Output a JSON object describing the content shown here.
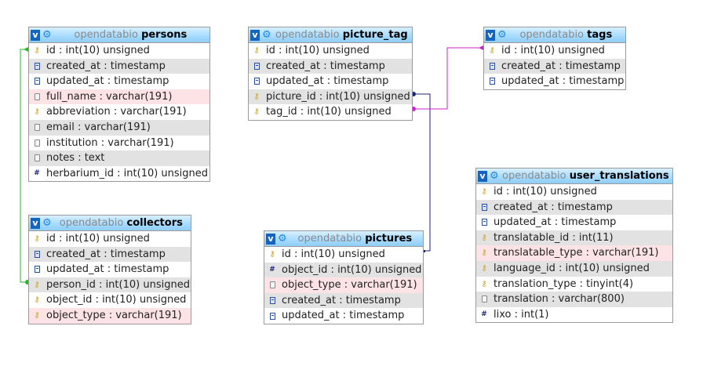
{
  "database": "opendatabio",
  "tables": {
    "persons": {
      "name": "persons",
      "columns": [
        {
          "text": "id : int(10) unsigned",
          "icon": "key-icon"
        },
        {
          "text": "created_at : timestamp",
          "icon": "timestamp-icon"
        },
        {
          "text": "updated_at : timestamp",
          "icon": "timestamp-icon"
        },
        {
          "text": "full_name : varchar(191)",
          "icon": "text-icon"
        },
        {
          "text": "abbreviation : varchar(191)",
          "icon": "key-icon"
        },
        {
          "text": "email : varchar(191)",
          "icon": "text-icon"
        },
        {
          "text": "institution : varchar(191)",
          "icon": "text-icon"
        },
        {
          "text": "notes : text",
          "icon": "text-icon"
        },
        {
          "text": "herbarium_id : int(10) unsigned",
          "icon": "number-icon"
        }
      ]
    },
    "collectors": {
      "name": "collectors",
      "columns": [
        {
          "text": "id : int(10) unsigned",
          "icon": "key-icon"
        },
        {
          "text": "created_at : timestamp",
          "icon": "timestamp-icon"
        },
        {
          "text": "updated_at : timestamp",
          "icon": "timestamp-icon"
        },
        {
          "text": "person_id : int(10) unsigned",
          "icon": "key-icon"
        },
        {
          "text": "object_id : int(10) unsigned",
          "icon": "key-icon"
        },
        {
          "text": "object_type : varchar(191)",
          "icon": "key-icon"
        }
      ]
    },
    "picture_tag": {
      "name": "picture_tag",
      "columns": [
        {
          "text": "id : int(10) unsigned",
          "icon": "key-icon"
        },
        {
          "text": "created_at : timestamp",
          "icon": "timestamp-icon"
        },
        {
          "text": "updated_at : timestamp",
          "icon": "timestamp-icon"
        },
        {
          "text": "picture_id : int(10) unsigned",
          "icon": "key-icon"
        },
        {
          "text": "tag_id : int(10) unsigned",
          "icon": "key-icon"
        }
      ]
    },
    "pictures": {
      "name": "pictures",
      "columns": [
        {
          "text": "id : int(10) unsigned",
          "icon": "key-icon"
        },
        {
          "text": "object_id : int(10) unsigned",
          "icon": "number-icon"
        },
        {
          "text": "object_type : varchar(191)",
          "icon": "text-icon"
        },
        {
          "text": "created_at : timestamp",
          "icon": "timestamp-icon"
        },
        {
          "text": "updated_at : timestamp",
          "icon": "timestamp-icon"
        }
      ]
    },
    "tags": {
      "name": "tags",
      "columns": [
        {
          "text": "id : int(10) unsigned",
          "icon": "key-icon"
        },
        {
          "text": "created_at : timestamp",
          "icon": "timestamp-icon"
        },
        {
          "text": "updated_at : timestamp",
          "icon": "timestamp-icon"
        }
      ]
    },
    "user_translations": {
      "name": "user_translations",
      "columns": [
        {
          "text": "id : int(10) unsigned",
          "icon": "key-icon"
        },
        {
          "text": "created_at : timestamp",
          "icon": "timestamp-icon"
        },
        {
          "text": "updated_at : timestamp",
          "icon": "timestamp-icon"
        },
        {
          "text": "translatable_id : int(11)",
          "icon": "key-icon"
        },
        {
          "text": "translatable_type : varchar(191)",
          "icon": "key-icon"
        },
        {
          "text": "language_id : int(10) unsigned",
          "icon": "key-icon"
        },
        {
          "text": "translation_type : tinyint(4)",
          "icon": "key-icon"
        },
        {
          "text": "translation : varchar(800)",
          "icon": "text-icon"
        },
        {
          "text": "lixo : int(1)",
          "icon": "number-icon"
        }
      ]
    }
  },
  "relations": [
    {
      "from": "collectors.person_id",
      "to": "persons.id",
      "color": "#22bb22"
    },
    {
      "from": "picture_tag.picture_id",
      "to": "pictures.id",
      "color": "#1a237e"
    },
    {
      "from": "picture_tag.tag_id",
      "to": "tags.id",
      "color": "#cc22cc"
    }
  ],
  "colors": {
    "header_gradient_top": "#d8f0ff",
    "header_gradient_bottom": "#8fcdf5",
    "row_white": "#ffffff",
    "row_gray": "#e2e2e2",
    "row_pink": "#fde3e6",
    "toggle_blue": "#1565c0"
  }
}
